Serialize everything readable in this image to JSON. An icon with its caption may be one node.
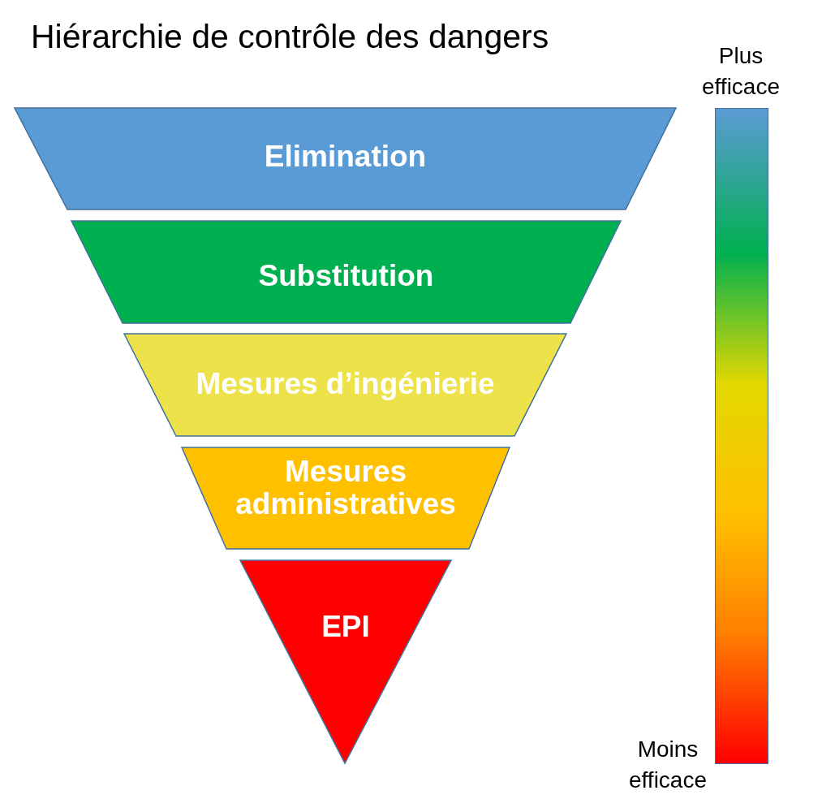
{
  "diagram": {
    "title": "Hiérarchie de contrôle des dangers",
    "nodes": [
      {
        "text": [
          "Elimination"
        ]
      },
      {
        "text": [
          "Substitution"
        ]
      },
      {
        "text": [
          "Mesures d’ingénierie"
        ]
      },
      {
        "text": [
          "Mesures administratives"
        ]
      },
      {
        "text": [
          "EPI"
        ]
      },
      {
        "text": [],
        "shape": "bar",
        "beside": [
          "Plus efficace",
          "Moins efficace"
        ]
      }
    ]
  }
}
